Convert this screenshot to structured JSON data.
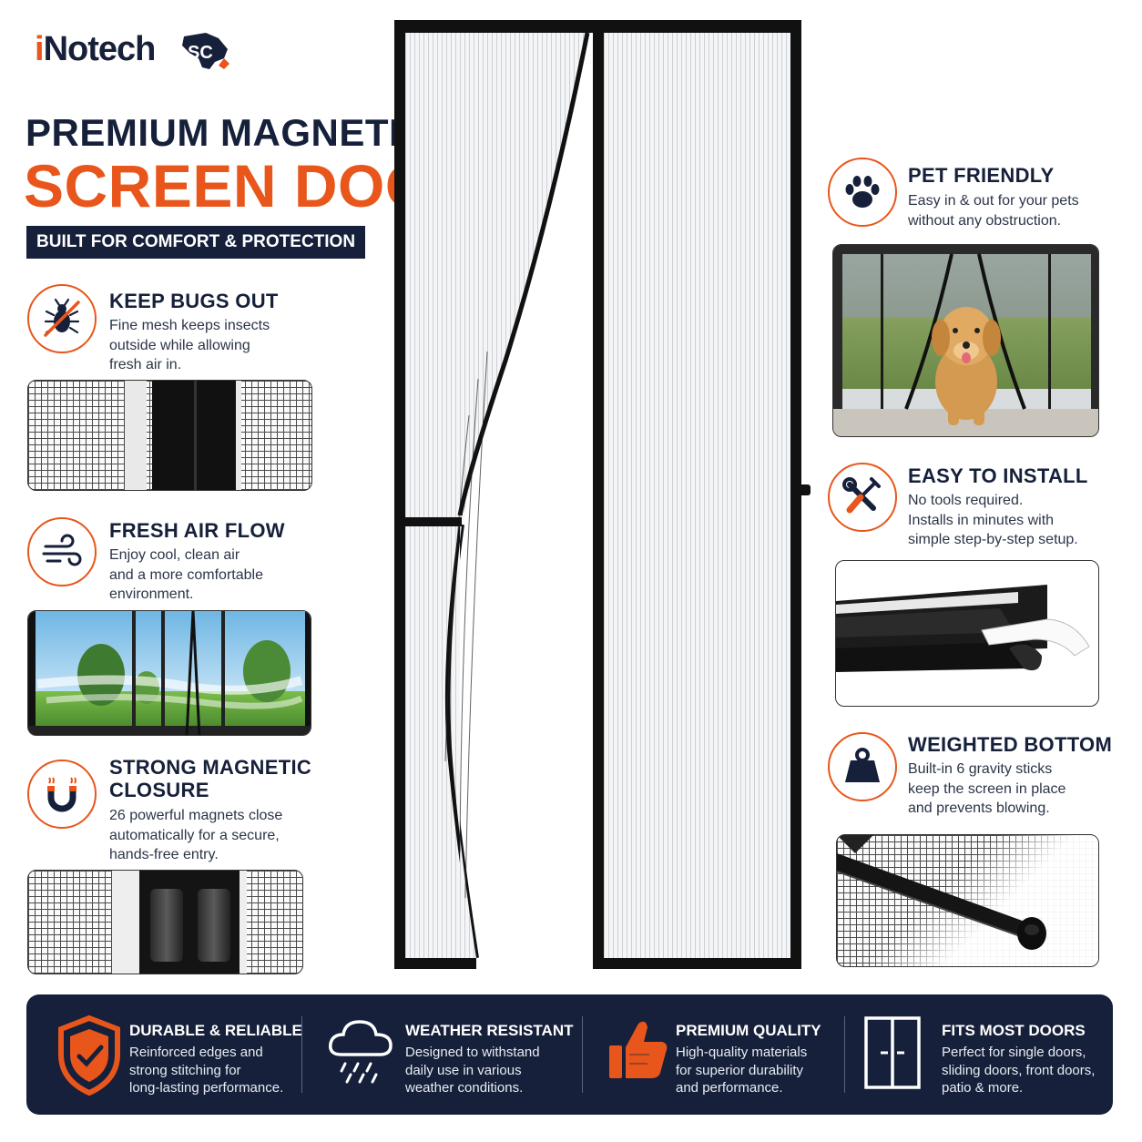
{
  "brand": {
    "logo_prefix": "i",
    "logo_main": "Notech",
    "logo_badge": "SC",
    "accent_color": "#e8561b",
    "navy_color": "#16203a"
  },
  "headline": {
    "line1": "PREMIUM MAGNETIC",
    "line2": "SCREEN DOOR",
    "tagline": "BUILT FOR COMFORT & PROTECTION"
  },
  "features_left": [
    {
      "icon": "bug-crossed-icon",
      "title": "KEEP BUGS OUT",
      "lines": [
        "Fine mesh keeps insects",
        "outside while allowing",
        "fresh air in."
      ]
    },
    {
      "icon": "wind-icon",
      "title": "FRESH AIR FLOW",
      "lines": [
        "Enjoy cool, clean air",
        "and a more comfortable",
        "environment."
      ]
    },
    {
      "icon": "magnet-icon",
      "title_lines": [
        "STRONG MAGNETIC",
        "CLOSURE"
      ],
      "lines": [
        "26 powerful magnets close",
        "automatically for a secure,",
        "hands-free entry."
      ]
    }
  ],
  "features_right": [
    {
      "icon": "paw-icon",
      "title": "PET FRIENDLY",
      "lines": [
        "Easy in & out for your pets",
        "without any obstruction."
      ]
    },
    {
      "icon": "tools-icon",
      "title": "EASY TO INSTALL",
      "lines": [
        "No tools required.",
        "Installs in minutes with",
        "simple step-by-step setup."
      ]
    },
    {
      "icon": "weight-icon",
      "title": "WEIGHTED BOTTOM",
      "lines": [
        "Built-in 6 gravity sticks",
        "keep the screen in place",
        "and prevents blowing."
      ]
    }
  ],
  "bottom_bar": [
    {
      "icon": "shield-icon",
      "title": "DURABLE & RELIABLE",
      "lines": [
        "Reinforced edges and",
        "strong stitching for",
        "long-lasting performance."
      ]
    },
    {
      "icon": "rain-cloud-icon",
      "title": "WEATHER RESISTANT",
      "lines": [
        "Designed to withstand",
        "daily use in various",
        "weather conditions."
      ]
    },
    {
      "icon": "thumbs-up-icon",
      "title": "PREMIUM QUALITY",
      "lines": [
        "High-quality materials",
        "for superior durability",
        "and performance."
      ]
    },
    {
      "icon": "door-icon",
      "title": "FITS MOST DOORS",
      "lines": [
        "Perfect for single doors,",
        "sliding doors, front doors,",
        "patio & more."
      ]
    }
  ]
}
